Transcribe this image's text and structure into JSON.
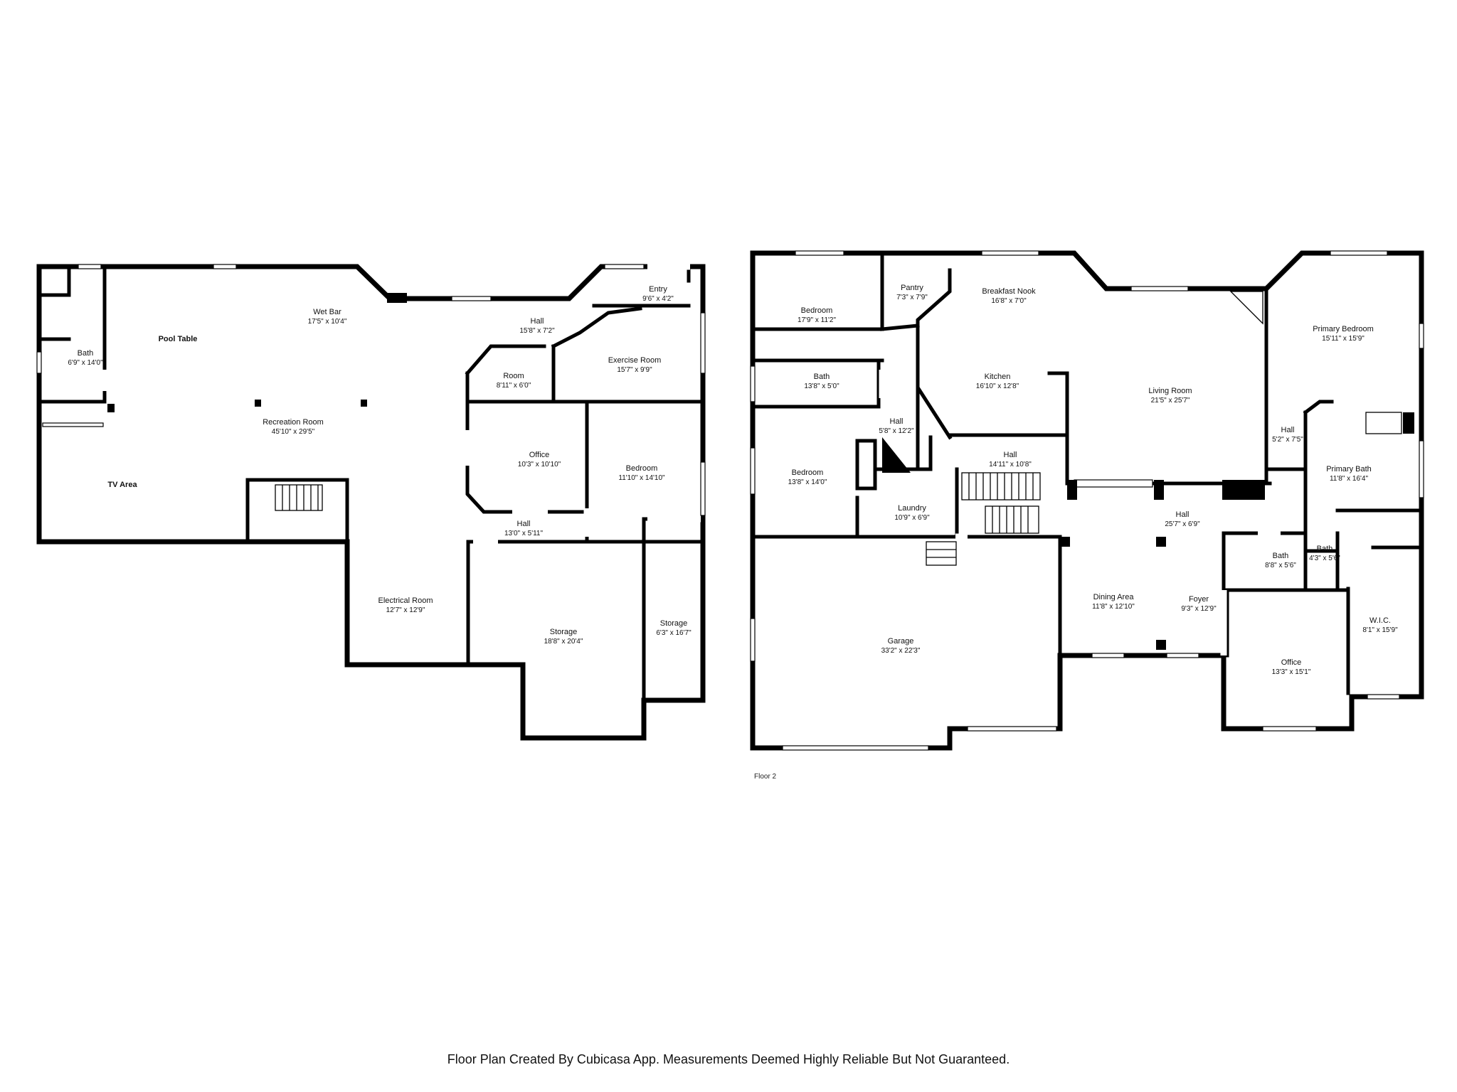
{
  "floor1": {
    "rooms": [
      {
        "name": "Bath",
        "dims": "6'9\" x 14'0\""
      },
      {
        "name": "Pool Table",
        "dims": ""
      },
      {
        "name": "Wet Bar",
        "dims": "17'5\" x 10'4\""
      },
      {
        "name": "Hall",
        "dims": "15'8\" x 7'2\""
      },
      {
        "name": "Entry",
        "dims": "9'6\" x 4'2\""
      },
      {
        "name": "Room",
        "dims": "8'11\" x 6'0\""
      },
      {
        "name": "Exercise Room",
        "dims": "15'7\" x 9'9\""
      },
      {
        "name": "Recreation Room",
        "dims": "45'10\" x 29'5\""
      },
      {
        "name": "Office",
        "dims": "10'3\" x 10'10\""
      },
      {
        "name": "Bedroom",
        "dims": "11'10\" x 14'10\""
      },
      {
        "name": "TV Area",
        "dims": ""
      },
      {
        "name": "Hall",
        "dims": "13'0\" x 5'11\""
      },
      {
        "name": "Electrical Room",
        "dims": "12'7\" x 12'9\""
      },
      {
        "name": "Storage",
        "dims": "18'8\" x 20'4\""
      },
      {
        "name": "Storage",
        "dims": "6'3\" x 16'7\""
      }
    ]
  },
  "floor2": {
    "label": "Floor 2",
    "rooms": [
      {
        "name": "Bedroom",
        "dims": "17'9\" x 11'2\""
      },
      {
        "name": "Pantry",
        "dims": "7'3\" x 7'9\""
      },
      {
        "name": "Breakfast Nook",
        "dims": "16'8\" x 7'0\""
      },
      {
        "name": "Primary Bedroom",
        "dims": "15'11\" x 15'9\""
      },
      {
        "name": "Bath",
        "dims": "13'8\" x 5'0\""
      },
      {
        "name": "Kitchen",
        "dims": "16'10\" x 12'8\""
      },
      {
        "name": "Living Room",
        "dims": "21'5\" x 25'7\""
      },
      {
        "name": "Hall",
        "dims": "5'8\" x 12'2\""
      },
      {
        "name": "Hall",
        "dims": "14'11\" x 10'8\""
      },
      {
        "name": "Hall",
        "dims": "5'2\" x 7'5\""
      },
      {
        "name": "Bedroom",
        "dims": "13'8\" x 14'0\""
      },
      {
        "name": "Primary Bath",
        "dims": "11'8\" x 16'4\""
      },
      {
        "name": "Laundry",
        "dims": "10'9\" x 6'9\""
      },
      {
        "name": "Hall",
        "dims": "25'7\" x 6'9\""
      },
      {
        "name": "Bath",
        "dims": "8'8\" x 5'6\""
      },
      {
        "name": "Bath",
        "dims": "4'3\" x 5'6\""
      },
      {
        "name": "Dining Area",
        "dims": "11'8\" x 12'10\""
      },
      {
        "name": "Foyer",
        "dims": "9'3\" x 12'9\""
      },
      {
        "name": "W.I.C.",
        "dims": "8'1\" x 15'9\""
      },
      {
        "name": "Garage",
        "dims": "33'2\" x 22'3\""
      },
      {
        "name": "Office",
        "dims": "13'3\" x 15'1\""
      }
    ]
  },
  "footer": "Floor Plan Created By Cubicasa App. Measurements Deemed Highly Reliable But Not Guaranteed."
}
